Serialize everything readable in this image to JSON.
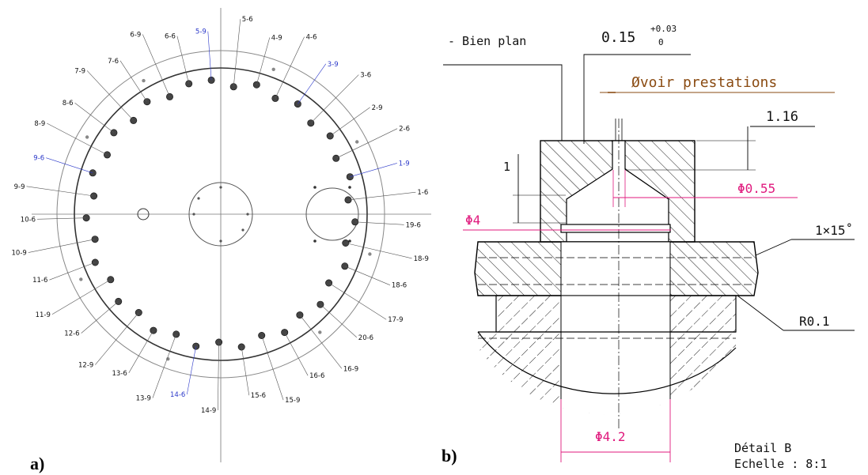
{
  "panel_a": {
    "tag": "a)",
    "labels": [
      {
        "text": "5-9",
        "highlight": true
      },
      {
        "text": "5-6",
        "highlight": false
      },
      {
        "text": "4-9",
        "highlight": false
      },
      {
        "text": "4-6",
        "highlight": false
      },
      {
        "text": "3-9",
        "highlight": true
      },
      {
        "text": "3-6",
        "highlight": false
      },
      {
        "text": "2-9",
        "highlight": false
      },
      {
        "text": "2-6",
        "highlight": false
      },
      {
        "text": "1-9",
        "highlight": true
      },
      {
        "text": "1-6",
        "highlight": false
      },
      {
        "text": "19-6",
        "highlight": false
      },
      {
        "text": "18-9",
        "highlight": false
      },
      {
        "text": "18-6",
        "highlight": false
      },
      {
        "text": "17-9",
        "highlight": false
      },
      {
        "text": "20-6",
        "highlight": false
      },
      {
        "text": "16-9",
        "highlight": false
      },
      {
        "text": "16-6",
        "highlight": false
      },
      {
        "text": "15-9",
        "highlight": false
      },
      {
        "text": "15-6",
        "highlight": false
      },
      {
        "text": "14-9",
        "highlight": false
      },
      {
        "text": "14-6",
        "highlight": true
      },
      {
        "text": "13-9",
        "highlight": false
      },
      {
        "text": "13-6",
        "highlight": false
      },
      {
        "text": "12-9",
        "highlight": false
      },
      {
        "text": "12-6",
        "highlight": false
      },
      {
        "text": "11-9",
        "highlight": false
      },
      {
        "text": "11-6",
        "highlight": false
      },
      {
        "text": "10-9",
        "highlight": false
      },
      {
        "text": "10-6",
        "highlight": false
      },
      {
        "text": "9-9",
        "highlight": false
      },
      {
        "text": "9-6",
        "highlight": true
      },
      {
        "text": "8-9",
        "highlight": false
      },
      {
        "text": "8-6",
        "highlight": false
      },
      {
        "text": "7-9",
        "highlight": false
      },
      {
        "text": "7-6",
        "highlight": false
      },
      {
        "text": "6-9",
        "highlight": false
      },
      {
        "text": "6-6",
        "highlight": false
      }
    ]
  },
  "panel_b": {
    "tag": "b)",
    "bien_plan": "- Bien plan",
    "tol_main": "0.15",
    "tol_upper": "+0.03",
    "tol_lower": "0",
    "voir": "Øvoir prestations",
    "dim_116": "1.16",
    "dim_1": "1",
    "dim_055": "Φ0.55",
    "dim_4": "Φ4",
    "dim_chamfer": "1×15˚",
    "dim_r": "R0.1",
    "dim_42": "Φ4.2",
    "detail": "Détail B",
    "echelle": "Echelle :  8:1"
  },
  "colors": {
    "highlight_label": "#2b38c9",
    "dimension_magenta": "#e0197d",
    "voir_brown": "#8a4b12"
  }
}
